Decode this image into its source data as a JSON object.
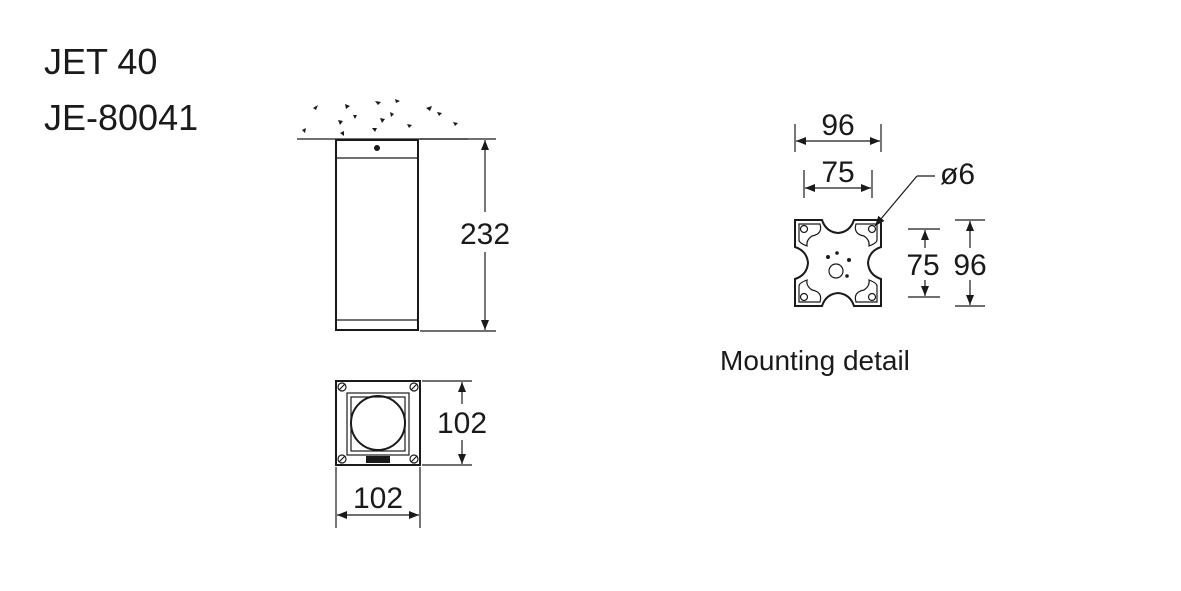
{
  "header": {
    "product_name": "JET 40",
    "product_code": "JE-80041"
  },
  "side_view": {
    "height_label": "232"
  },
  "top_view": {
    "width_label": "102",
    "depth_label": "102"
  },
  "mounting_detail": {
    "caption": "Mounting detail",
    "outer_width_label": "96",
    "hole_spacing_width_label": "75",
    "hole_diameter_label": "ø6",
    "hole_spacing_height_label": "75",
    "outer_height_label": "96"
  },
  "colors": {
    "line": "#1a1a1a",
    "background": "#ffffff"
  }
}
